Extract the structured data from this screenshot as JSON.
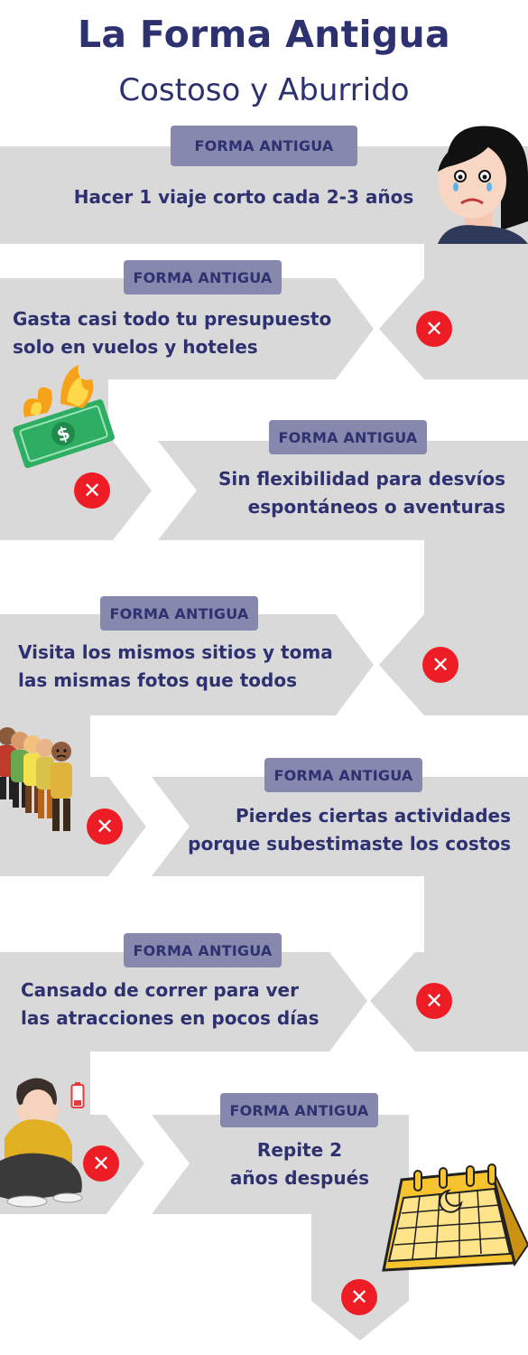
{
  "header": {
    "title": "La Forma Antigua",
    "subtitle": "Costoso y Aburrido"
  },
  "steps": [
    {
      "badge": "FORMA ANTIGUA",
      "text": "Hacer 1 viaje corto cada 2-3 años"
    },
    {
      "badge": "FORMA ANTIGUA",
      "line1": "Gasta casi todo tu presupuesto",
      "line2": "solo en vuelos y hoteles"
    },
    {
      "badge": "FORMA ANTIGUA",
      "line1": "Sin flexibilidad para desvíos",
      "line2": "espontáneos o aventuras"
    },
    {
      "badge": "FORMA ANTIGUA",
      "line1": "Visita los mismos sitios y toma",
      "line2": "las mismas fotos que todos"
    },
    {
      "badge": "FORMA ANTIGUA",
      "line1": "Pierdes ciertas actividades",
      "line2": "porque subestimaste los costos"
    },
    {
      "badge": "FORMA ANTIGUA",
      "line1": "Cansado de correr para ver",
      "line2": "las atracciones en pocos días"
    },
    {
      "badge": "FORMA ANTIGUA",
      "line1": "Repite 2",
      "line2": "años después"
    }
  ],
  "x_symbol": "✕",
  "colors": {
    "navy": "#2e3170",
    "band": "#d9d9d9",
    "badge": "#8688ad",
    "x_red": "#ee1c25"
  },
  "illustrations": [
    "sad-woman-icon",
    "burning-money-icon",
    "crowd-icon",
    "tired-person-icon",
    "low-battery-icon",
    "calendar-icon"
  ]
}
